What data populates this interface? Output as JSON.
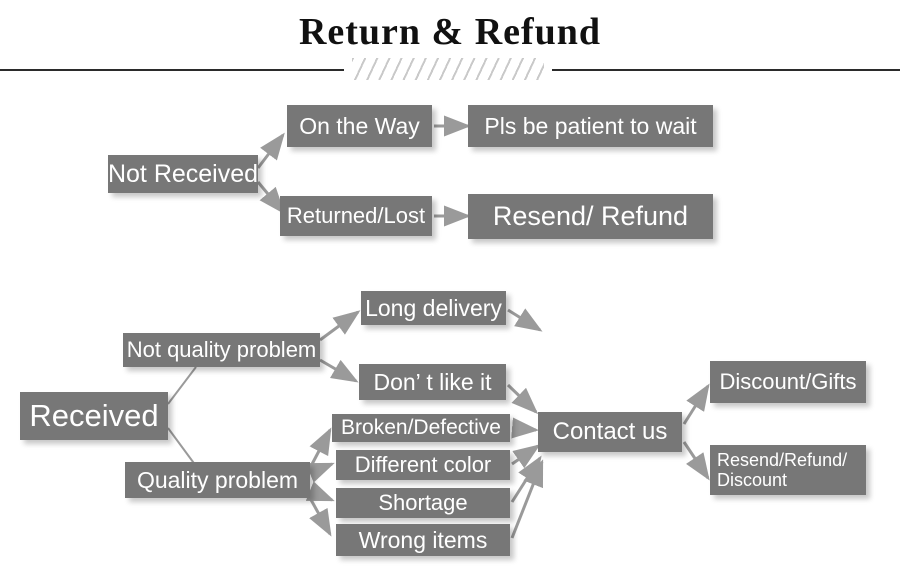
{
  "page": {
    "title": "Return & Refund",
    "box_color": "#777777",
    "text_color": "#ffffff",
    "arrow_color": "#9a9a9a",
    "divider_color": "#2b2b2b",
    "hatch_color": "#c9c9c9"
  },
  "nodes": {
    "not_received": "Not Received",
    "on_the_way": "On the Way",
    "pls_be_patient": "Pls be patient to wait",
    "returned_lost": "Returned/Lost",
    "resend_refund": "Resend/ Refund",
    "received": "Received",
    "not_quality_problem": "Not quality problem",
    "quality_problem": "Quality problem",
    "long_delivery": "Long delivery",
    "dont_like_it": "Don’ t like it",
    "broken_defective": "Broken/Defective",
    "different_color": "Different color",
    "shortage": "Shortage",
    "wrong_items": "Wrong items",
    "contact_us": "Contact us",
    "discount_gifts": "Discount/Gifts",
    "resend_refund_discount": "Resend/Refund/ Discount"
  }
}
